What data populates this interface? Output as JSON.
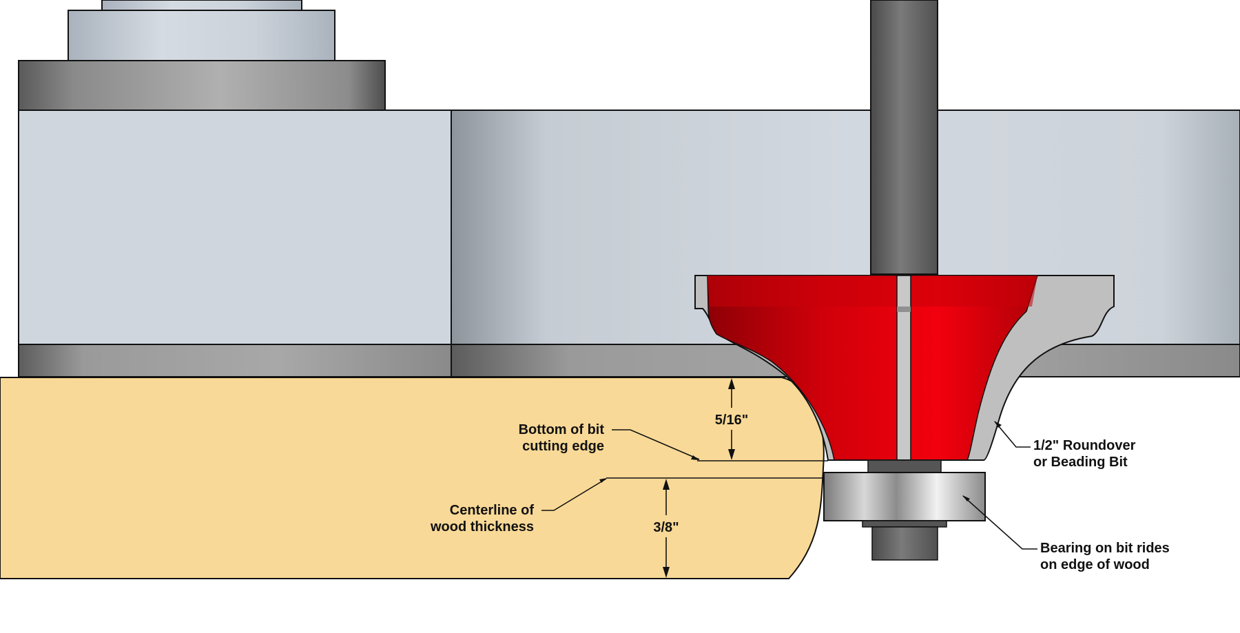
{
  "labels": {
    "bottom_of_bit": [
      "Bottom of bit",
      "cutting edge"
    ],
    "centerline": [
      "Centerline of",
      "wood thickness"
    ],
    "bit_name": [
      "1/2\" Roundover",
      "or Beading Bit"
    ],
    "bearing": [
      "Bearing on bit rides",
      "on edge of wood"
    ]
  },
  "dimensions": {
    "upper": "5/16\"",
    "lower": "3/8\""
  },
  "colors": {
    "wood": "#f9d997",
    "bit_red": "#e8000a",
    "metal_light": "#cdd4dc",
    "metal_dark": "#7a7a7a",
    "shank": "#6e6e6e"
  }
}
